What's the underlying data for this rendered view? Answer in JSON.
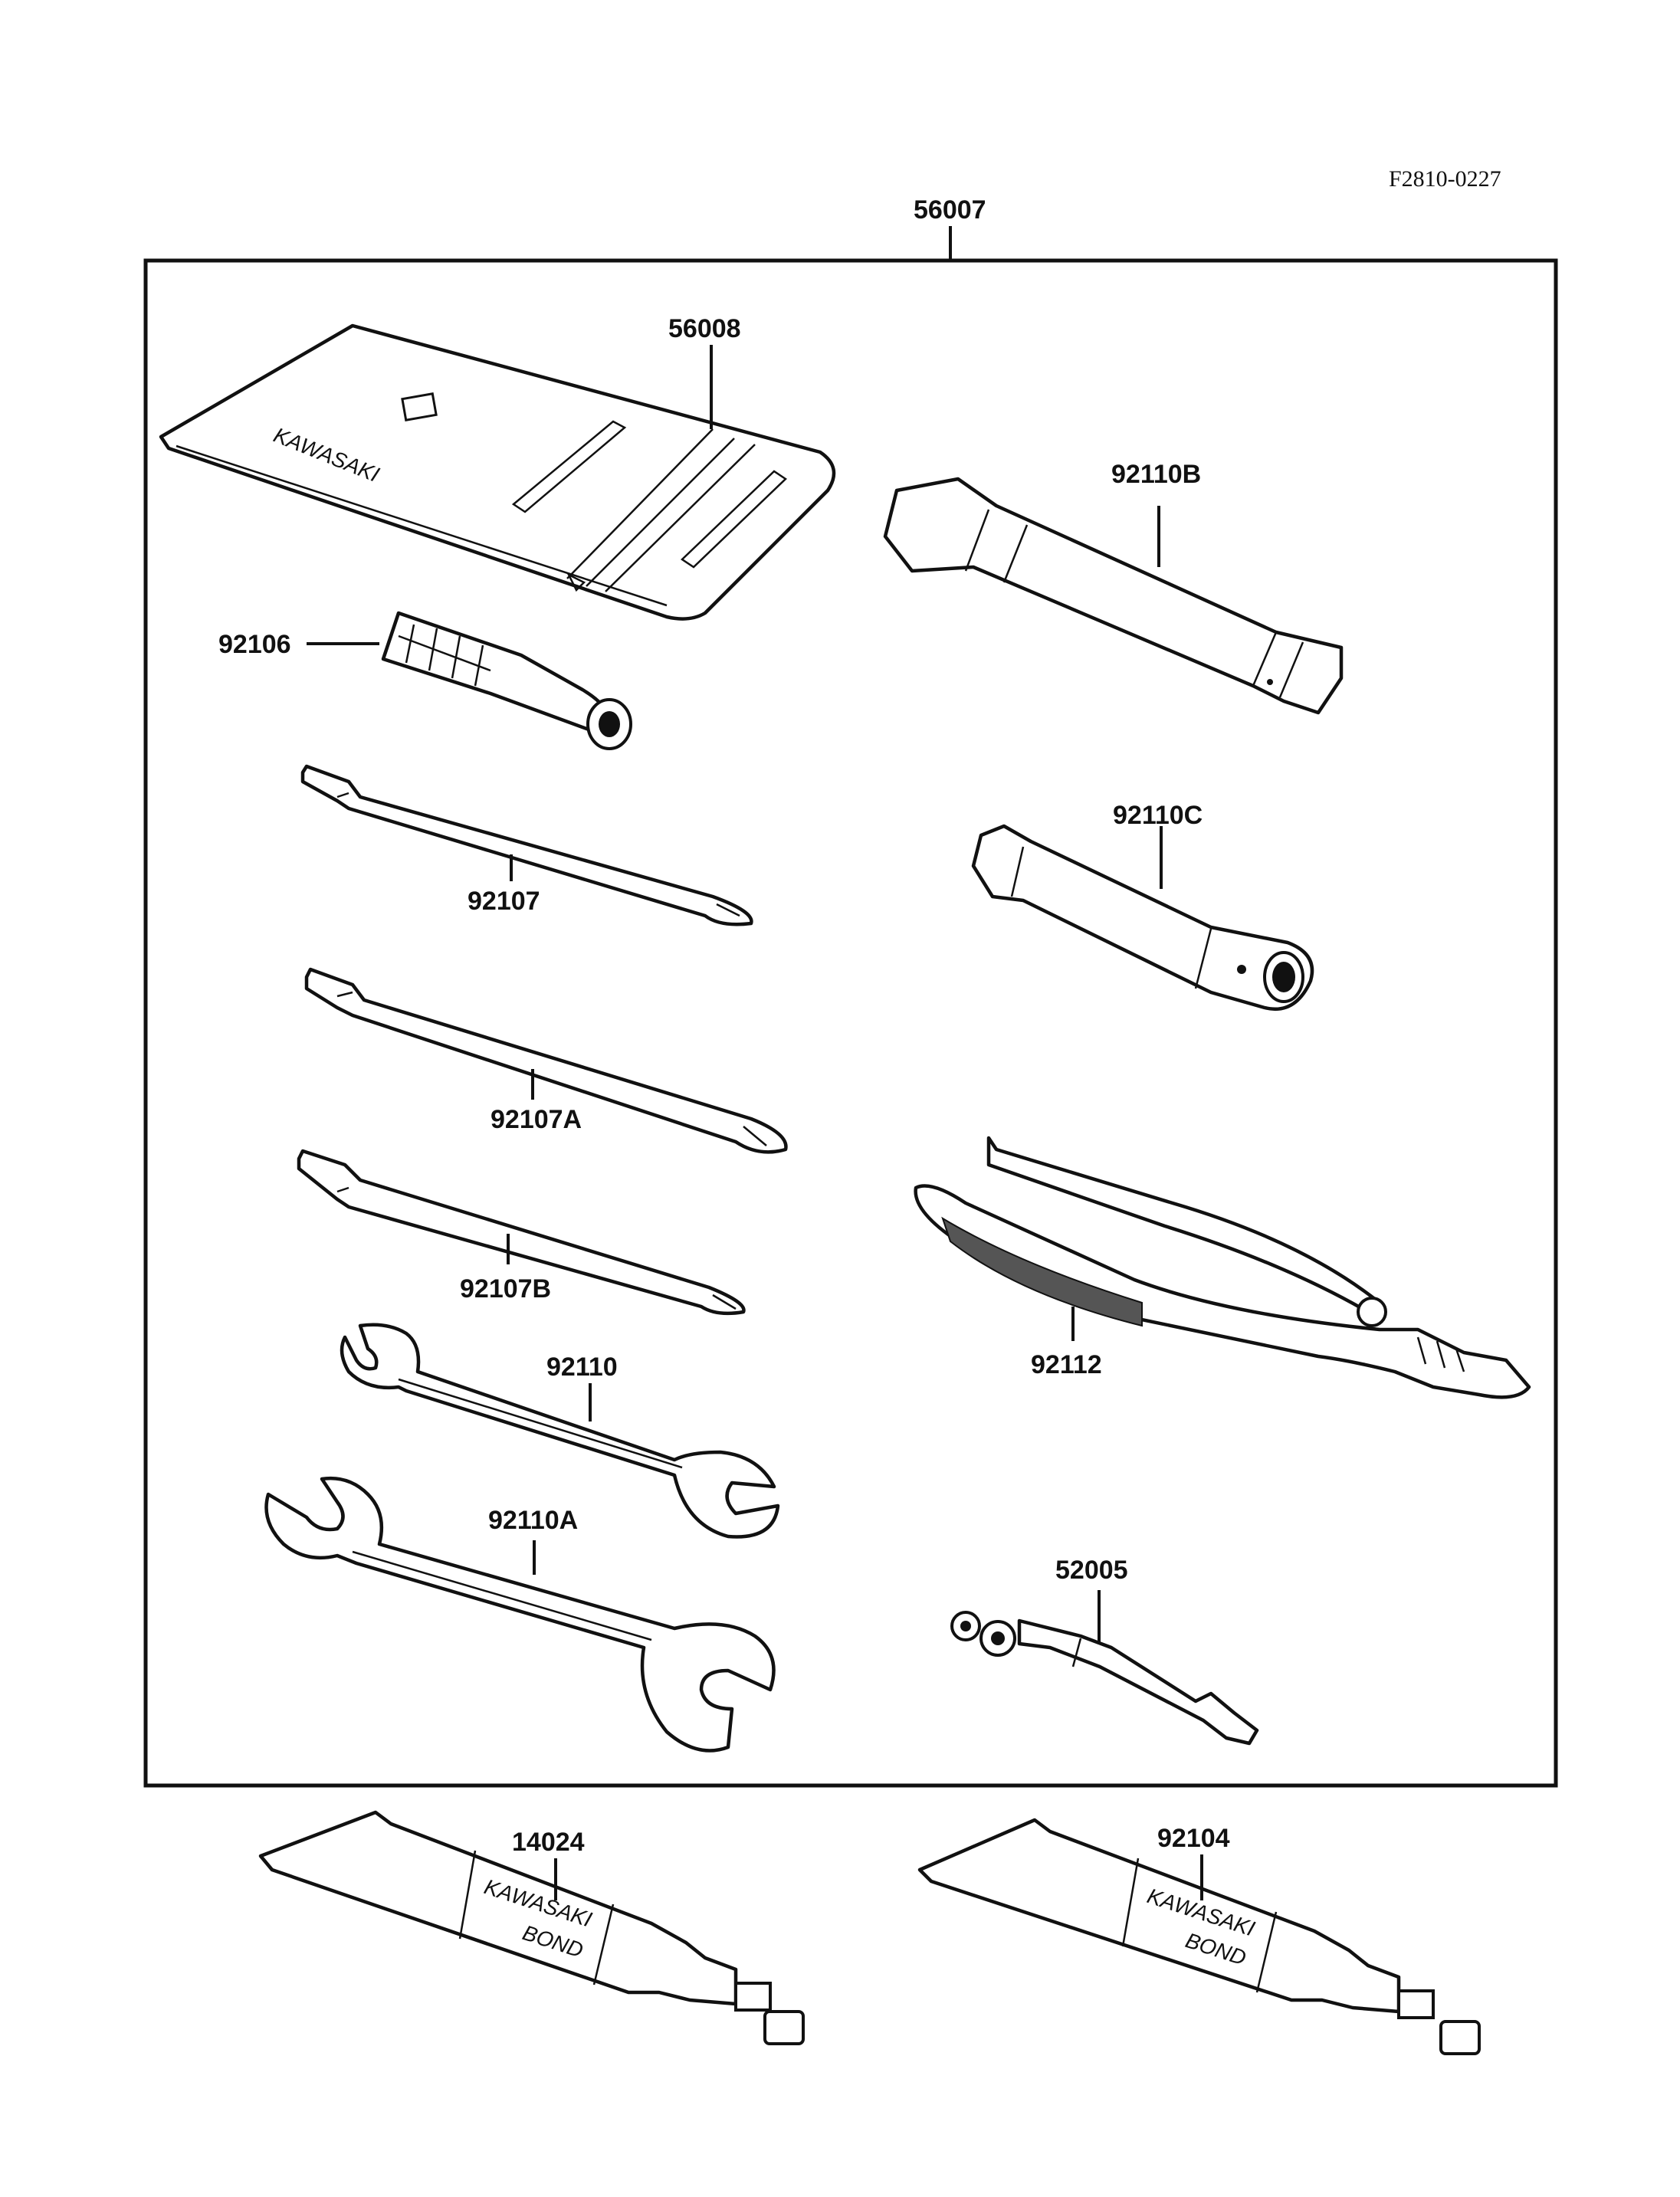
{
  "figure_code": "F2810-0227",
  "parts": {
    "kit": "56007",
    "bag": "56008",
    "handle": "92106",
    "driver": "92107",
    "driver_a": "92107A",
    "driver_b": "92107B",
    "wrench": "92110",
    "wrench_a": "92110A",
    "box_wrench_b": "92110B",
    "box_wrench_c": "92110C",
    "pliers": "92112",
    "gauge": "52005",
    "bond_1": "14024",
    "bond_2": "92104"
  },
  "bag_brand": "KAWASAKI",
  "tube_brand": "KAWASAKI",
  "tube_product": "BOND"
}
